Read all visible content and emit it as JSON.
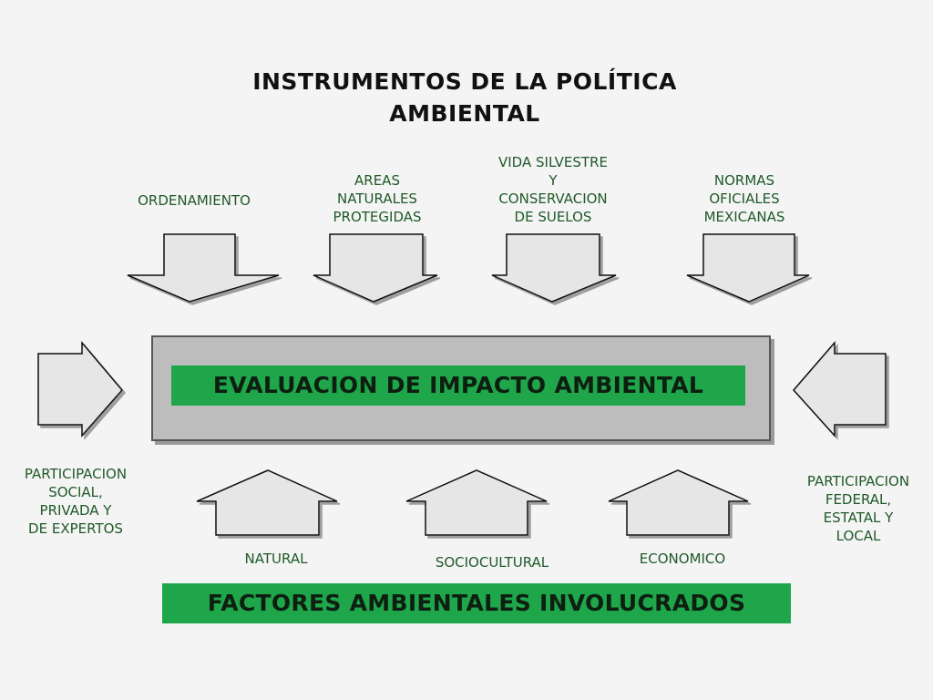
{
  "title": {
    "line1": "INSTRUMENTOS DE LA POLÍTICA",
    "line2": "AMBIENTAL"
  },
  "top_instruments": [
    {
      "label": "ORDENAMIENTO"
    },
    {
      "label": "AREAS\nNATURALES\nPROTEGIDAS"
    },
    {
      "label": "VIDA SILVESTRE\nY\nCONSERVACION\nDE  SUELOS"
    },
    {
      "label": "NORMAS\nOFICIALES\nMEXICANAS"
    }
  ],
  "center_banner": "EVALUACION DE IMPACTO AMBIENTAL",
  "side_inputs": {
    "left": "PARTICIPACION\nSOCIAL,\nPRIVADA Y\nDE EXPERTOS",
    "right": "PARTICIPACION\nFEDERAL,\nESTATAL Y\nLOCAL"
  },
  "factors": [
    {
      "label": "NATURAL"
    },
    {
      "label": "SOCIOCULTURAL"
    },
    {
      "label": "ECONOMICO"
    }
  ],
  "bottom_banner": "FACTORES AMBIENTALES INVOLUCRADOS",
  "colors": {
    "background": "#f4f4f4",
    "banner_green": "#1fa64b",
    "label_green": "#1f5a28",
    "center_box": "#bdbdbd",
    "arrow_fill": "#e6e6e6",
    "arrow_stroke": "#111111"
  }
}
